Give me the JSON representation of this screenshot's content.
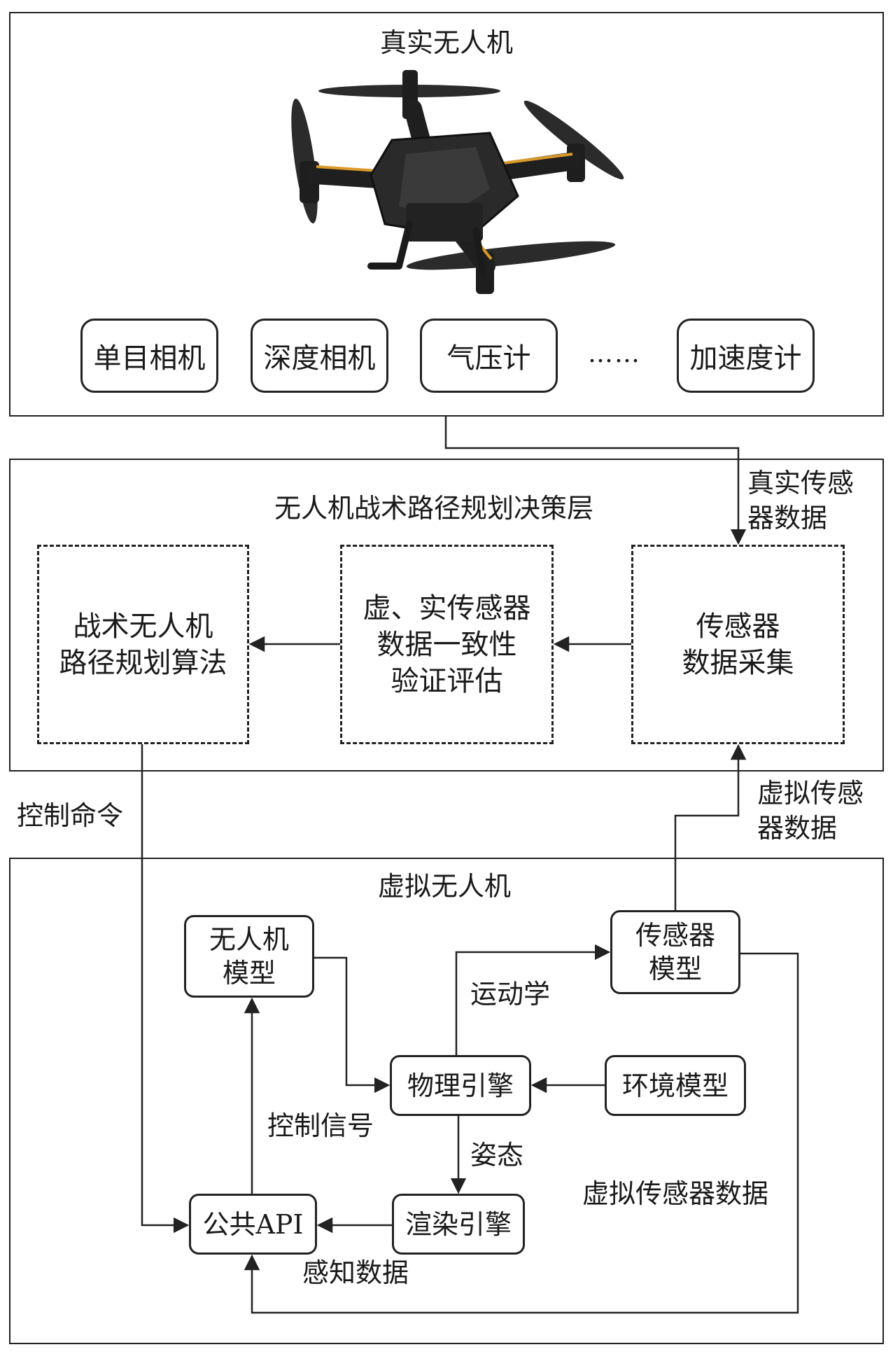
{
  "real_drone": {
    "title": "真实无人机",
    "sensors": [
      "单目相机",
      "深度相机",
      "气压计",
      "加速度计"
    ],
    "ellipsis": "……"
  },
  "decision": {
    "title": "无人机战术路径规划决策层",
    "algorithm": "战术无人机\n路径规划算法",
    "verification": "虚、实传感器\n数据一致性\n验证评估",
    "acquisition": "传感器\n数据采集"
  },
  "virtual_drone": {
    "title": "虚拟无人机",
    "drone_model": "无人机\n模型",
    "sensor_model": "传感器\n模型",
    "physics_engine": "物理引擎",
    "environment_model": "环境模型",
    "render_engine": "渲染引擎",
    "public_api": "公共API"
  },
  "labels": {
    "real_sensor_data": "真实传感\n器数据",
    "virtual_sensor_data_top": "虚拟传感\n器数据",
    "control_command": "控制命令",
    "kinematics": "运动学",
    "control_signal": "控制信号",
    "attitude": "姿态",
    "virtual_sensor_data": "虚拟传感器数据",
    "perception_data": "感知数据"
  }
}
